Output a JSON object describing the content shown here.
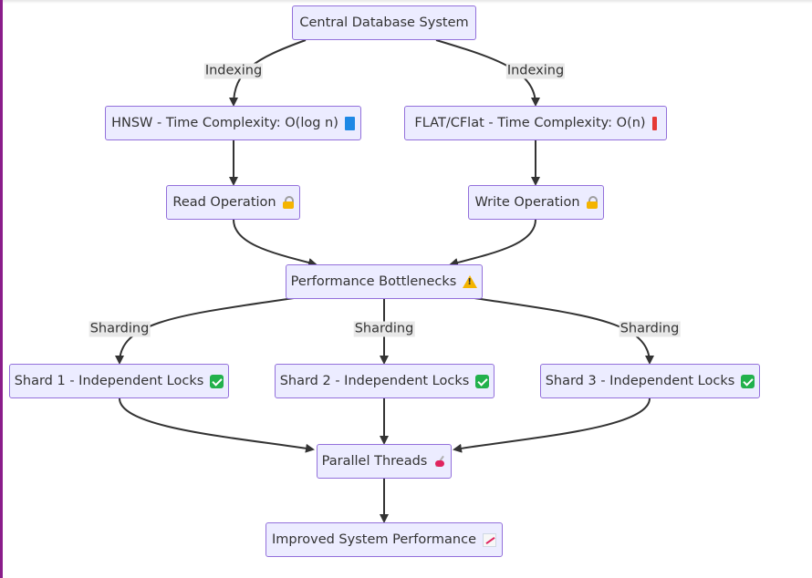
{
  "nodes": {
    "central": {
      "label": "Central Database System"
    },
    "hnsw": {
      "label": "HNSW - Time Complexity: O(log n)",
      "icon": "blue-book-icon"
    },
    "flat": {
      "label": "FLAT/CFlat - Time Complexity: O(n)",
      "icon": "red-book-icon"
    },
    "read": {
      "label": "Read Operation",
      "icon": "lock-icon"
    },
    "write": {
      "label": "Write Operation",
      "icon": "lock-icon"
    },
    "bottlenecks": {
      "label": "Performance Bottlenecks",
      "icon": "warning-icon"
    },
    "shard1": {
      "label": "Shard 1 - Independent Locks",
      "icon": "check-icon"
    },
    "shard2": {
      "label": "Shard 2 - Independent Locks",
      "icon": "check-icon"
    },
    "shard3": {
      "label": "Shard 3 - Independent Locks",
      "icon": "check-icon"
    },
    "threads": {
      "label": "Parallel Threads",
      "icon": "threads-icon"
    },
    "improved": {
      "label": "Improved System Performance",
      "icon": "chart-increasing-icon"
    }
  },
  "edge_labels": {
    "indexing_left": "Indexing",
    "indexing_right": "Indexing",
    "sharding_left": "Sharding",
    "sharding_mid": "Sharding",
    "sharding_right": "Sharding"
  },
  "colors": {
    "node_fill": "#ececff",
    "node_border": "#9370db",
    "edge": "#333333",
    "label_bg": "#e8e8e8"
  }
}
